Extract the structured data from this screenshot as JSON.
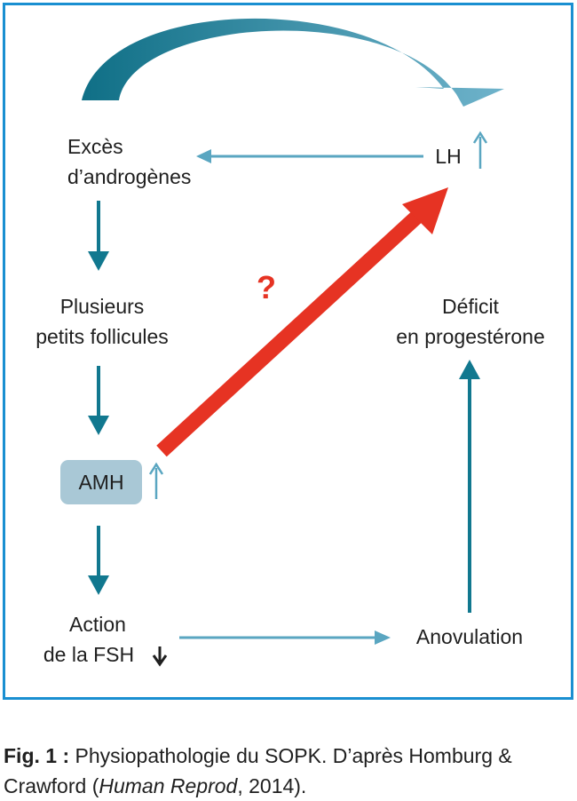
{
  "diagram": {
    "nodes": {
      "androgenes": "Excès\nd’androgènes",
      "follicules": "Plusieurs\npetits follicules",
      "amh": "AMH",
      "fsh_line1": "Action",
      "fsh_line2": "de la FSH",
      "lh": "LH",
      "deficit": "Déficit\nen progestérone",
      "anovulation": "Anovulation"
    },
    "indicators": {
      "lh": "increase",
      "amh": "increase",
      "fsh": "decrease"
    },
    "question_mark": "?",
    "edges": [
      {
        "from": "androgenes",
        "to": "follicules",
        "style": "teal"
      },
      {
        "from": "follicules",
        "to": "amh",
        "style": "teal"
      },
      {
        "from": "amh",
        "to": "fsh",
        "style": "teal"
      },
      {
        "from": "fsh",
        "to": "anovulation",
        "style": "light-blue"
      },
      {
        "from": "anovulation",
        "to": "deficit",
        "style": "teal"
      },
      {
        "from": "lh",
        "to": "androgenes",
        "style": "light-blue"
      },
      {
        "from": "amh",
        "to": "lh",
        "style": "red",
        "note": "?"
      },
      {
        "from": "androgenes",
        "to": "lh",
        "style": "curved-teal"
      }
    ],
    "colors": {
      "teal": "#11788f",
      "light_blue": "#5aa6c1",
      "red": "#e63323",
      "frame": "#1a8fd1",
      "amh_box": "#a9c8d6"
    }
  },
  "caption": {
    "label": "Fig. 1 :",
    "text": " Physiopathologie du SOPK. D’après Homburg & Crawford (",
    "journal": "Human Reprod",
    "tail": ", 2014)."
  }
}
